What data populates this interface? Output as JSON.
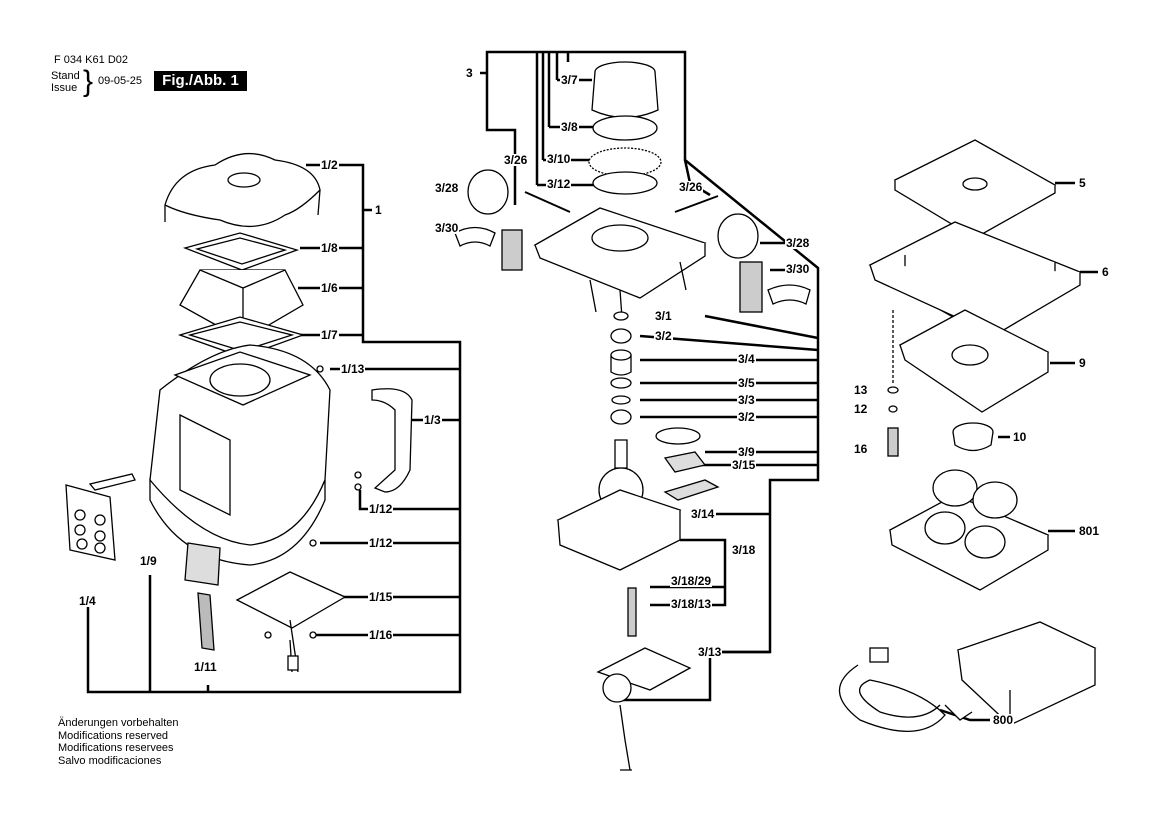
{
  "header": {
    "doc_number": "F 034 K61 D02",
    "stand_label": "Stand",
    "issue_label": "Issue",
    "date": "09-05-25",
    "figure": "Fig./Abb. 1"
  },
  "notes": [
    "Änderungen vorbehalten",
    "Modifications reserved",
    "Modifications reservees",
    "Salvo modificaciones"
  ],
  "callouts": {
    "c1": "1",
    "c1_2": "1/2",
    "c1_8": "1/8",
    "c1_6": "1/6",
    "c1_7": "1/7",
    "c1_13": "1/13",
    "c1_3": "1/3",
    "c1_12a": "1/12",
    "c1_12b": "1/12",
    "c1_15": "1/15",
    "c1_16": "1/16",
    "c1_9": "1/9",
    "c1_4": "1/4",
    "c1_11": "1/11",
    "c3": "3",
    "c3_7": "3/7",
    "c3_8": "3/8",
    "c3_10": "3/10",
    "c3_12a": "3/12",
    "c3_26a": "3/26",
    "c3_26b": "3/26",
    "c3_28a": "3/28",
    "c3_28b": "3/28",
    "c3_30a": "3/30",
    "c3_30b": "3/30",
    "c3_1": "3/1",
    "c3_2a": "3/2",
    "c3_4": "3/4",
    "c3_5": "3/5",
    "c3_3": "3/3",
    "c3_2b": "3/2",
    "c3_9": "3/9",
    "c3_15": "3/15",
    "c3_14": "3/14",
    "c3_18": "3/18",
    "c3_18_29": "3/18/29",
    "c3_18_13": "3/18/13",
    "c3_13": "3/13",
    "c5": "5",
    "c6": "6",
    "c9": "9",
    "c13": "13",
    "c12": "12",
    "c16": "16",
    "c10": "10",
    "c801": "801",
    "c800": "800"
  }
}
